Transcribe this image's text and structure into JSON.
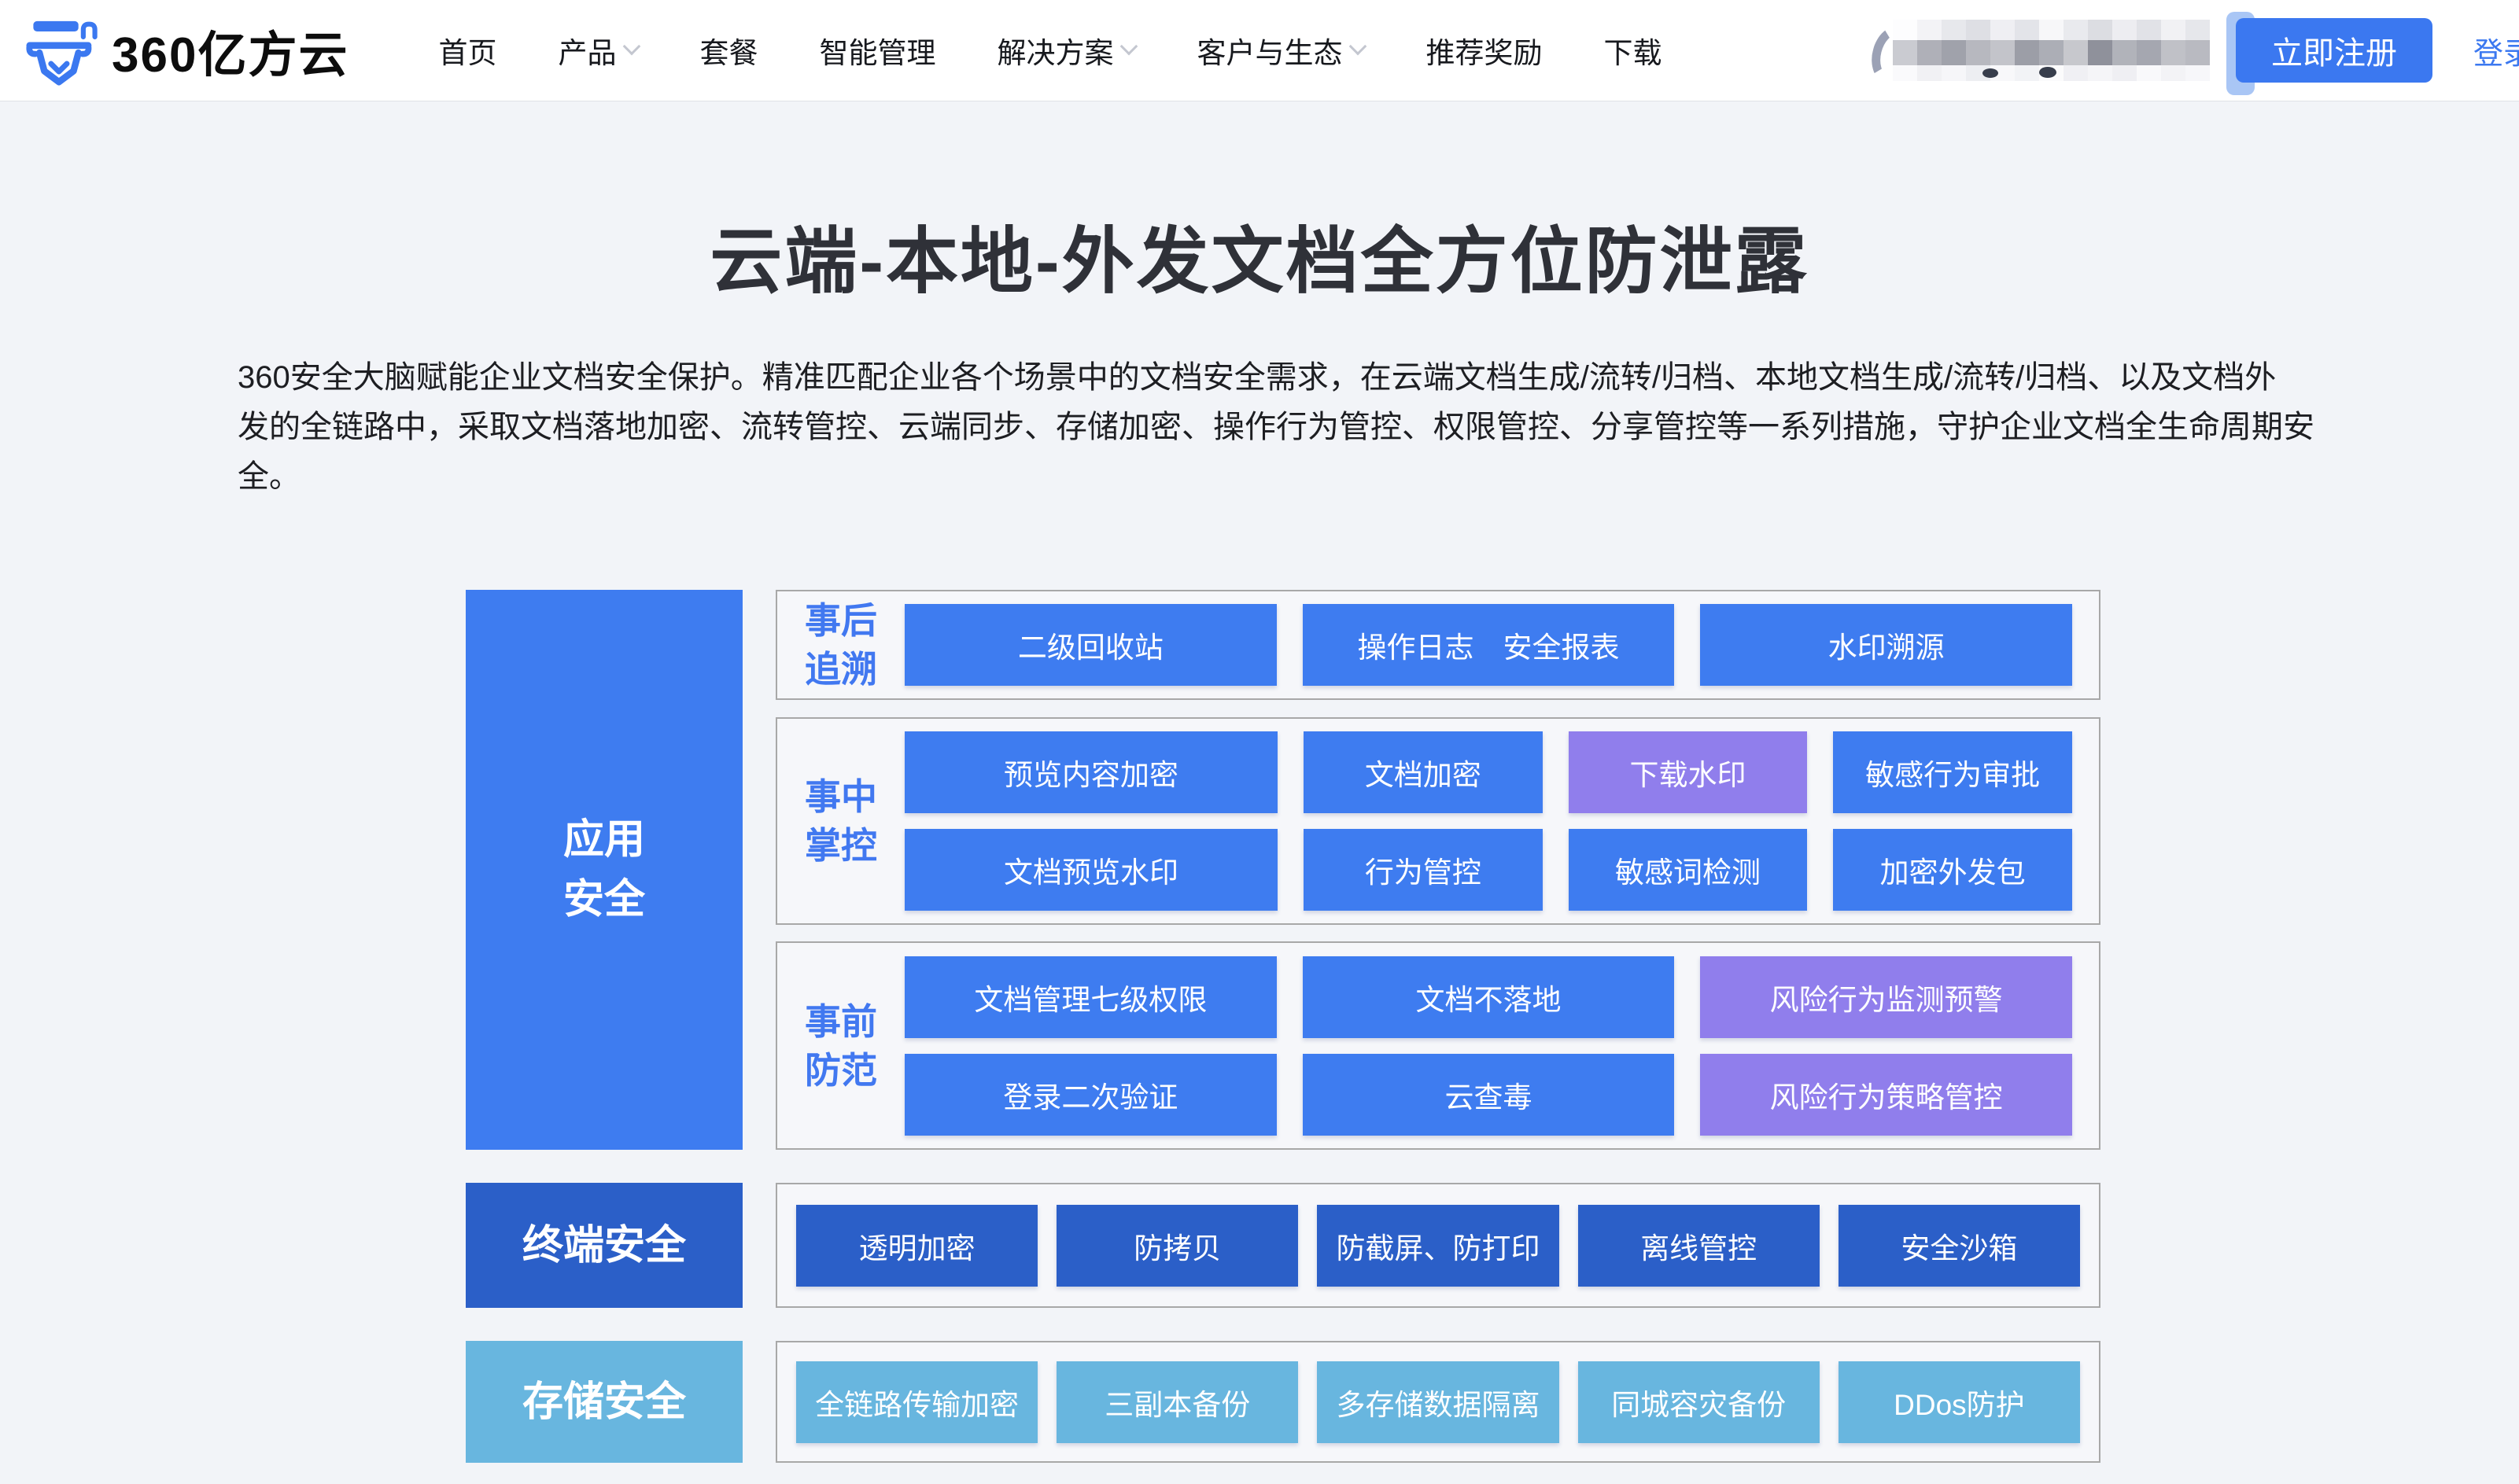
{
  "header": {
    "logo_text": "360亿方云",
    "nav_items": [
      {
        "label": "首页",
        "dropdown": false
      },
      {
        "label": "产品",
        "dropdown": true
      },
      {
        "label": "套餐",
        "dropdown": false
      },
      {
        "label": "智能管理",
        "dropdown": false
      },
      {
        "label": "解决方案",
        "dropdown": true
      },
      {
        "label": "客户与生态",
        "dropdown": true
      },
      {
        "label": "推荐奖励",
        "dropdown": false
      },
      {
        "label": "下载",
        "dropdown": false
      }
    ],
    "register_button": "立即注册",
    "login_link": "登录",
    "phone_redacted": true
  },
  "hero": {
    "title": "云端-本地-外发文档全方位防泄露",
    "description_lines": [
      "360安全大脑赋能企业文档安全保护。精准匹配企业各个场景中的文档安全需求，在云端文档生成/流转/归档、本地文档生成/流转/归档、以及文档外",
      "发的全链路中，采取文档落地加密、流转管控、云端同步、存储加密、操作行为管控、权限管控、分享管控等一系列措施，守护企业文档全生命周期安",
      "全。"
    ]
  },
  "diagram": {
    "side_labels": [
      {
        "lines": [
          "应用",
          "安全"
        ],
        "variant": "blue"
      },
      {
        "lines": [
          "终端安全"
        ],
        "variant": "dark"
      },
      {
        "lines": [
          "存储安全"
        ],
        "variant": "light"
      }
    ],
    "rows": [
      {
        "label_lines": [
          "事后",
          "追溯"
        ],
        "sub_rows": [
          [
            {
              "t": "二级回收站",
              "v": "blue"
            },
            {
              "t": "操作日志　安全报表",
              "v": "blue"
            },
            {
              "t": "水印溯源",
              "v": "blue"
            }
          ]
        ]
      },
      {
        "label_lines": [
          "事中",
          "掌控"
        ],
        "sub_rows": [
          [
            {
              "t": "预览内容加密",
              "v": "blue"
            },
            {
              "t": "文档加密",
              "v": "blue"
            },
            {
              "t": "下载水印",
              "v": "purple"
            },
            {
              "t": "敏感行为审批",
              "v": "blue"
            }
          ],
          [
            {
              "t": "文档预览水印",
              "v": "blue"
            },
            {
              "t": "行为管控",
              "v": "blue"
            },
            {
              "t": "敏感词检测",
              "v": "blue"
            },
            {
              "t": "加密外发包",
              "v": "blue"
            }
          ]
        ]
      },
      {
        "label_lines": [
          "事前",
          "防范"
        ],
        "sub_rows": [
          [
            {
              "t": "文档管理七级权限",
              "v": "blue"
            },
            {
              "t": "文档不落地",
              "v": "blue"
            },
            {
              "t": "风险行为监测预警",
              "v": "purple"
            }
          ],
          [
            {
              "t": "登录二次验证",
              "v": "blue"
            },
            {
              "t": "云查毒",
              "v": "blue"
            },
            {
              "t": "风险行为策略管控",
              "v": "purple"
            }
          ]
        ]
      },
      {
        "label_lines": [],
        "sub_rows": [
          [
            {
              "t": "透明加密",
              "v": "dark"
            },
            {
              "t": "防拷贝",
              "v": "dark"
            },
            {
              "t": "防截屏、防打印",
              "v": "dark"
            },
            {
              "t": "离线管控",
              "v": "dark"
            },
            {
              "t": "安全沙箱",
              "v": "dark"
            }
          ]
        ]
      },
      {
        "label_lines": [],
        "sub_rows": [
          [
            {
              "t": "全链路传输加密",
              "v": "light"
            },
            {
              "t": "三副本备份",
              "v": "light"
            },
            {
              "t": "多存储数据隔离",
              "v": "light"
            },
            {
              "t": "同城容灾备份",
              "v": "light"
            },
            {
              "t": "DDos防护",
              "v": "light"
            }
          ]
        ]
      }
    ]
  },
  "colors": {
    "accent_blue": "#3B78F0",
    "box_blue": "#3E7CF0",
    "box_purple": "#907EEC",
    "box_dark_blue": "#2B5FC8",
    "box_light_blue": "#68B6DF",
    "row_label_blue": "#4178F0",
    "container_border": "#A8A8A8",
    "page_background": "#F2F4F8"
  },
  "redaction_palette": {
    "top": [
      "#FDFDFE",
      "#F3F3F6",
      "#E7E8EC",
      "#DEDFE4",
      "#EFEFF3",
      "#E3E4E9",
      "#F7F7F9",
      "#E9EAEE",
      "#DCDDE2",
      "#EDEDF1",
      "#E1E2E7",
      "#F1F1F4",
      "#E6E7EB"
    ],
    "mid": [
      "#CACBD1",
      "#AFB0B8",
      "#A0A2AB",
      "#B7B8BF",
      "#C3C4CA",
      "#9C9EA7",
      "#ACAEB6",
      "#C7C8CD",
      "#8F919B",
      "#B1B3BA",
      "#A5A7B0",
      "#C0C1C7",
      "#B9BAC1"
    ],
    "bottom": [
      "#FAFAFC",
      "#F1F1F4",
      "#F6F6F9",
      "#EDEEF2",
      "#F8F8FA",
      "#F2F3F6",
      "#FBFBFC",
      "#F0F0F4",
      "#F5F5F8",
      "#EFEFF3",
      "#F9F9FB",
      "#F3F3F6",
      "#F7F7FA"
    ]
  }
}
